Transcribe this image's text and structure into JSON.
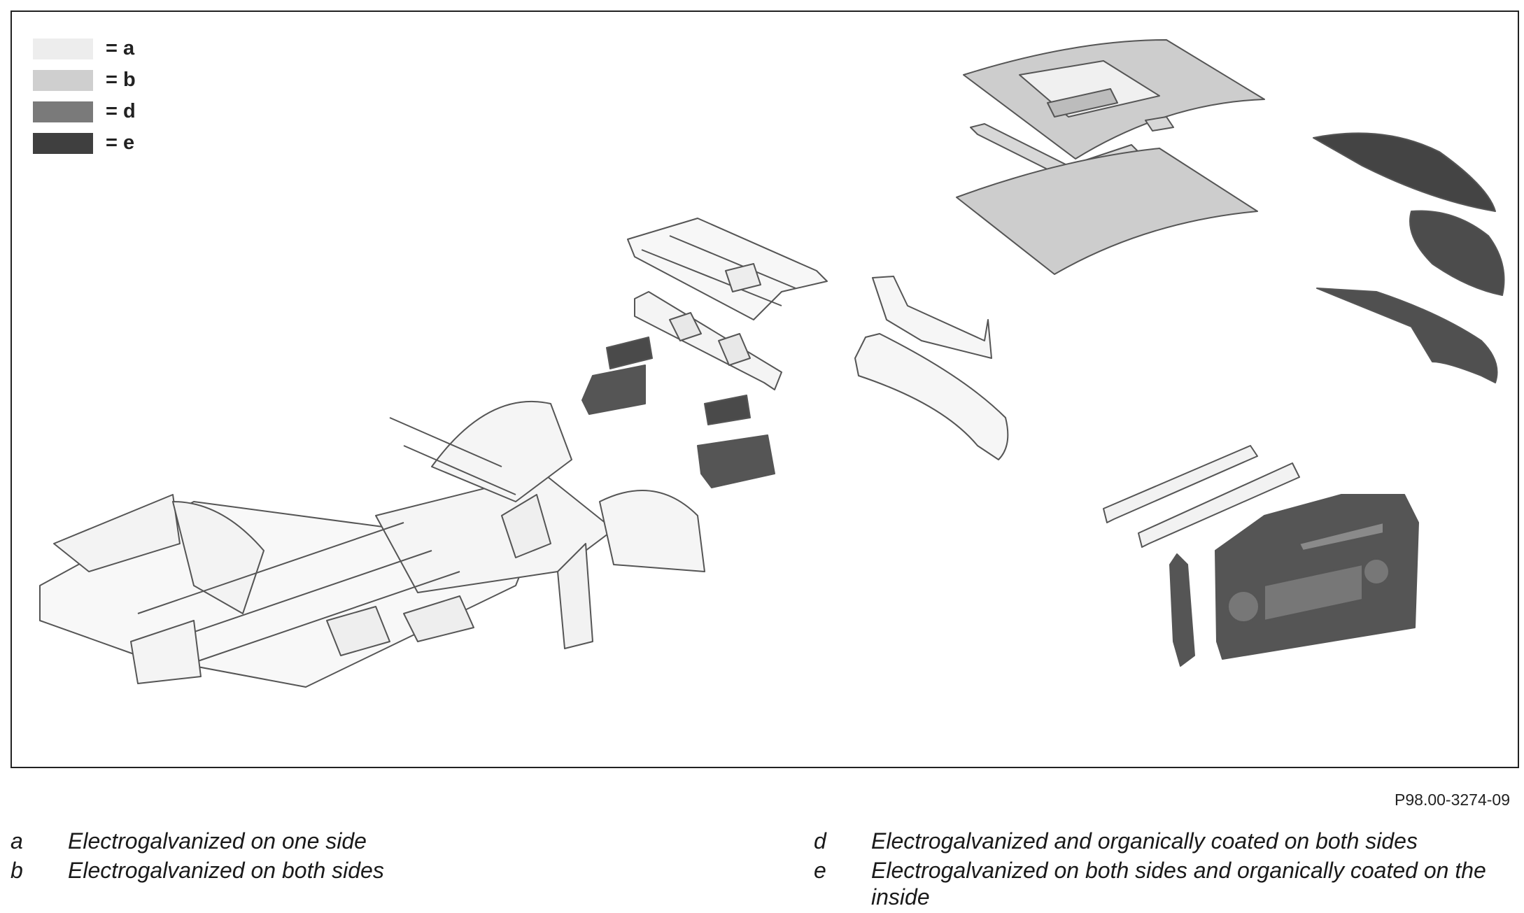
{
  "legend": [
    {
      "key": "= a",
      "color": "#ededed"
    },
    {
      "key": "= b",
      "color": "#cfcfcf"
    },
    {
      "key": "= d",
      "color": "#7a7a7a"
    },
    {
      "key": "= e",
      "color": "#3f3f3f"
    }
  ],
  "figure_id": "P98.00-3274-09",
  "key": [
    {
      "letter": "a",
      "text": "Electrogalvanized on one side"
    },
    {
      "letter": "b",
      "text": "Electrogalvanized on both sides"
    },
    {
      "letter": "d",
      "text": "Electrogalvanized and organically coated on both sides"
    },
    {
      "letter": "e",
      "text": "Electrogalvanized on both sides and organically coated on the inside"
    }
  ]
}
